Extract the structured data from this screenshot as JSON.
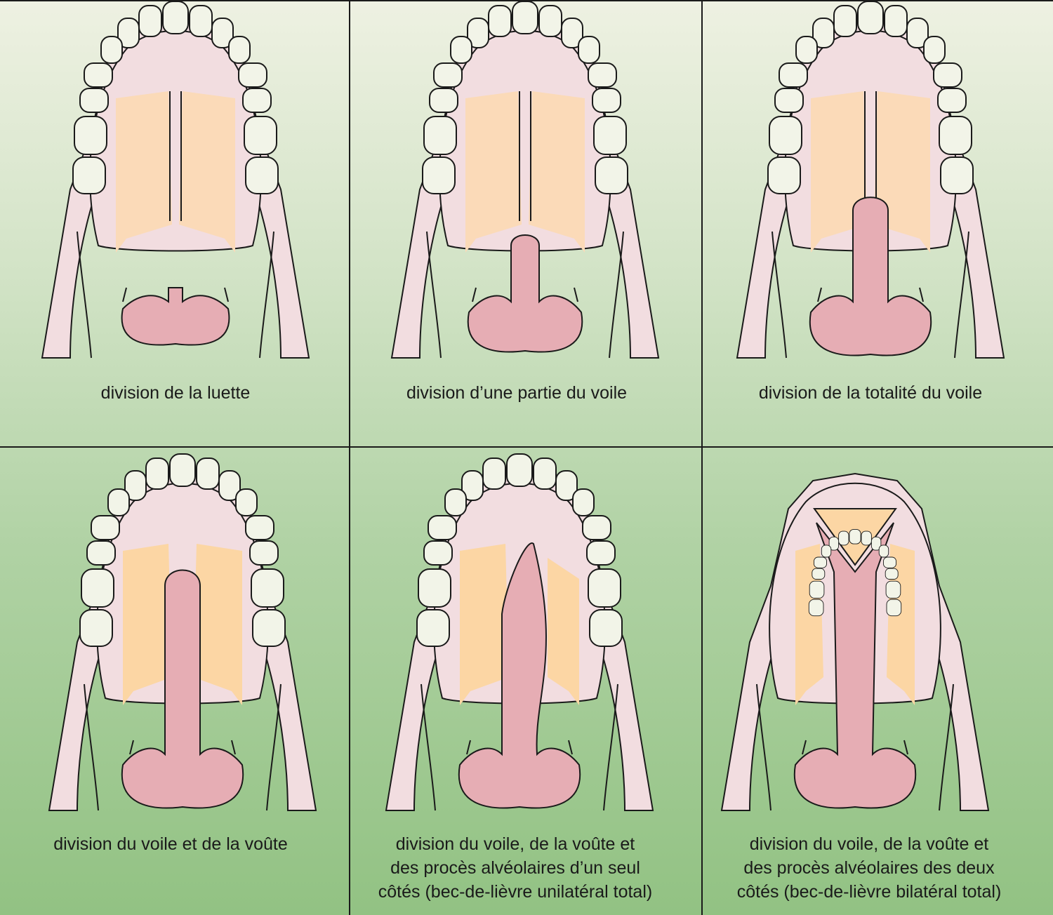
{
  "colors": {
    "background_top": "#eef1e2",
    "background_bottom": "#92c283",
    "gum": "#f2dde0",
    "palate": "#fbdab8",
    "cleft": "#e6adb4",
    "tooth": "#f2f4e8",
    "outline": "#1a1a1a"
  },
  "panels": [
    {
      "id": "luette",
      "caption": [
        "division de la luette"
      ]
    },
    {
      "id": "partie-voile",
      "caption": [
        "division d’une partie du voile"
      ]
    },
    {
      "id": "totalite-voile",
      "caption": [
        "division de la totalité du voile"
      ]
    },
    {
      "id": "voile-voute",
      "caption": [
        "division du voile et de la voûte"
      ]
    },
    {
      "id": "unilateral",
      "caption": [
        "division du voile, de la voûte et",
        "des procès alvéolaires d’un seul",
        "côtés (bec-de-lièvre unilatéral total)"
      ]
    },
    {
      "id": "bilateral",
      "caption": [
        "division du voile, de la voûte et",
        "des procès alvéolaires des deux",
        "côtés (bec-de-lièvre bilatéral total)"
      ]
    }
  ]
}
